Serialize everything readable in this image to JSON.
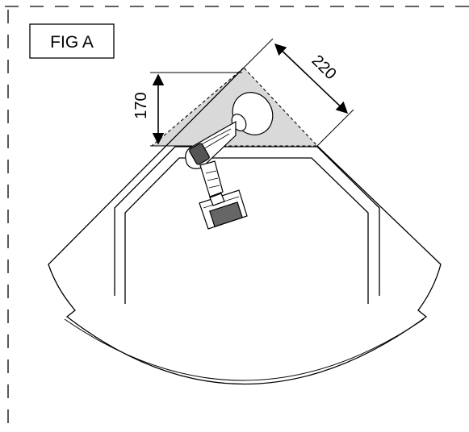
{
  "figure": {
    "label": "FIG A",
    "dimensions": {
      "height": "170",
      "diagonal": "220"
    }
  },
  "colors": {
    "shaded_zone": "#d9d9d9",
    "stroke": "#000000"
  }
}
